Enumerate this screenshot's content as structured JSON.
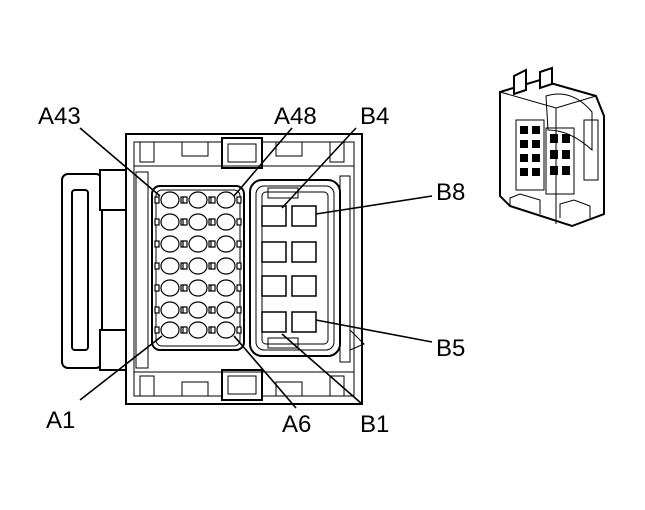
{
  "diagram": {
    "labels": {
      "a43": "A43",
      "a48": "A48",
      "b4": "B4",
      "b8": "B8",
      "b5": "B5",
      "a1": "A1",
      "a6": "A6",
      "b1": "B1"
    }
  }
}
